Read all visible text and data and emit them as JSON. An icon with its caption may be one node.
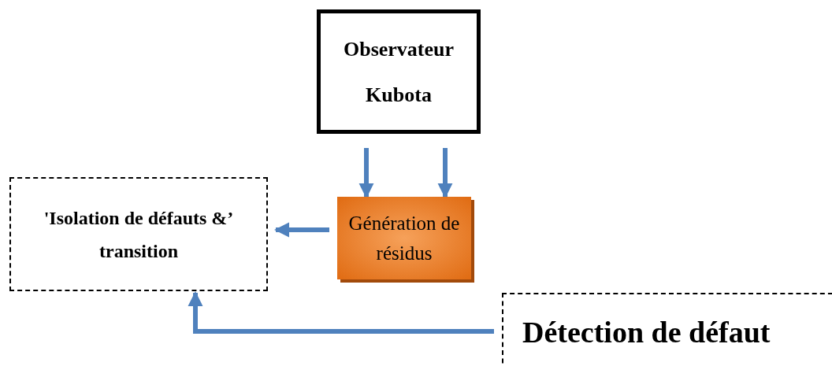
{
  "diagram": {
    "nodes": [
      {
        "text": [
          "Observateur",
          "Kubota"
        ]
      },
      {
        "text": [
          "'Isolation de défauts &’ transition"
        ]
      },
      {
        "text": [
          "Génération de résidus"
        ]
      },
      {
        "text": [
          "Détection de défaut"
        ]
      }
    ],
    "edges": [
      {
        "from": 0,
        "to": 2,
        "arrow": "to"
      },
      {
        "from": 0,
        "to": 2,
        "arrow": "to"
      },
      {
        "from": 2,
        "to": 1,
        "arrow": "to"
      },
      {
        "from": 3,
        "to": 1,
        "arrow": "to"
      }
    ]
  }
}
